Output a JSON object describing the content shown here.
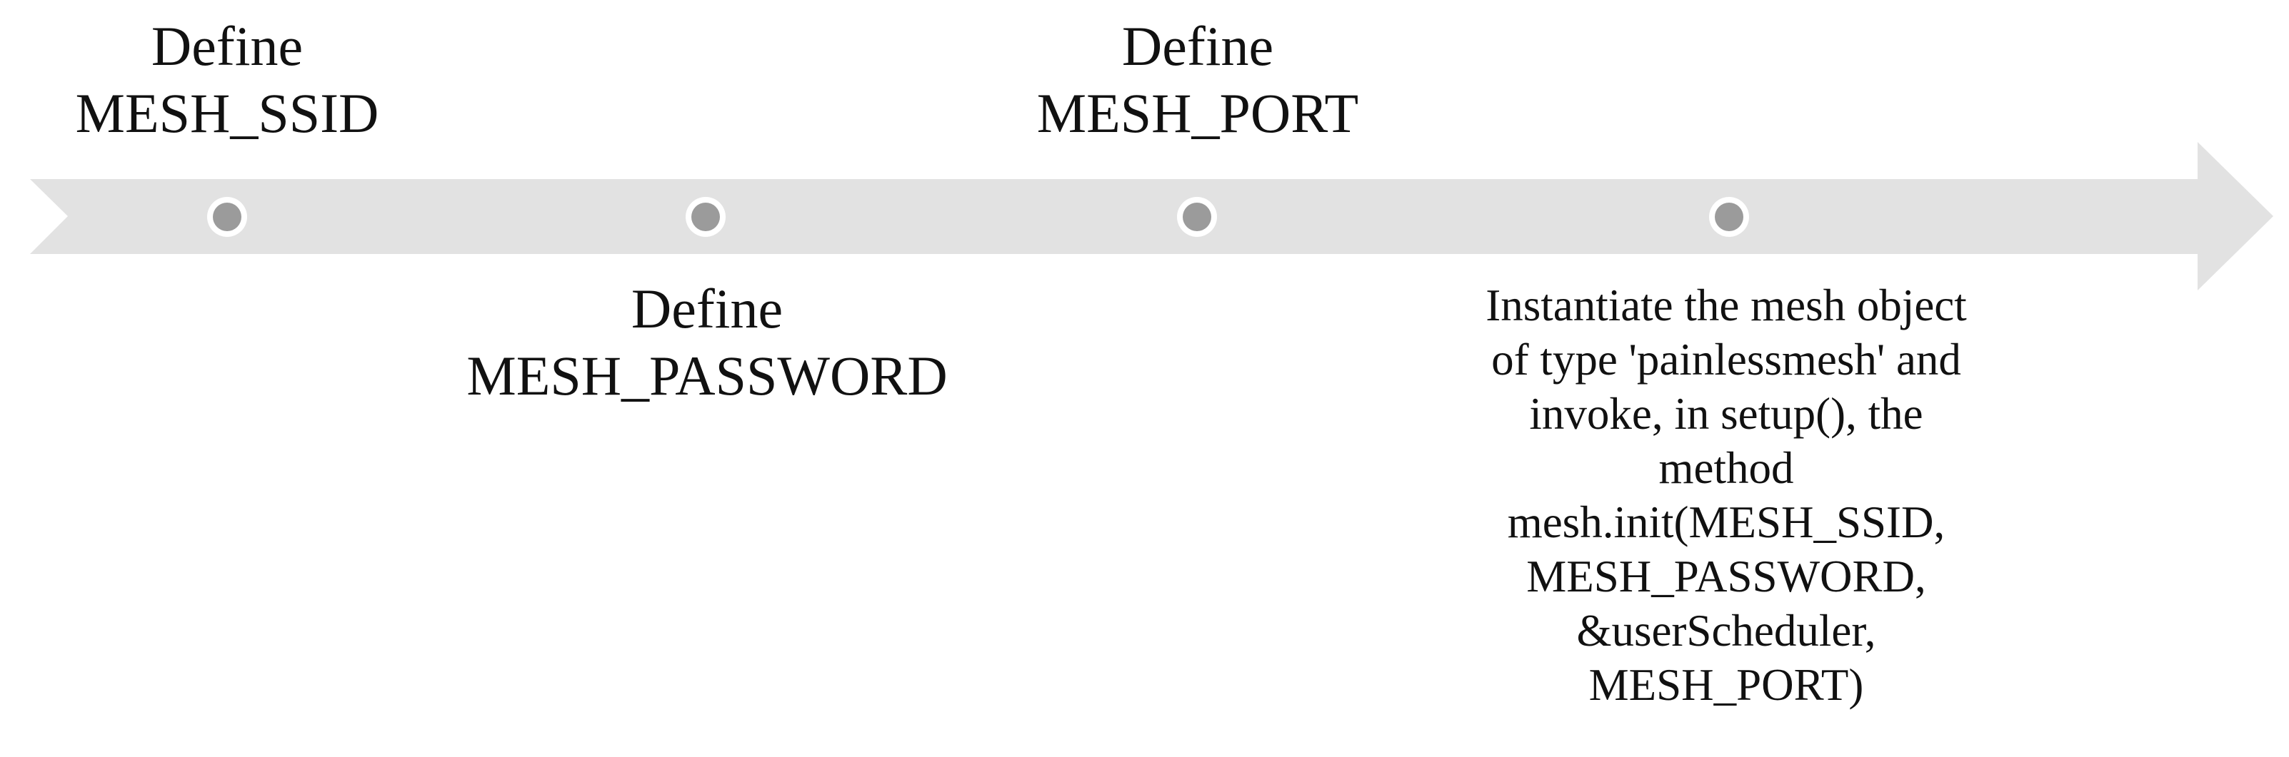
{
  "diagram": {
    "type": "process-timeline-arrow",
    "direction": "left-to-right",
    "milestones": [
      {
        "id": 1,
        "label": "Define\nMESH_SSID",
        "label_position": "above"
      },
      {
        "id": 2,
        "label": "Define\nMESH_PASSWORD",
        "label_position": "below"
      },
      {
        "id": 3,
        "label": "Define\nMESH_PORT",
        "label_position": "above"
      },
      {
        "id": 4,
        "label": "Instantiate the mesh object\nof type 'painlessmesh' and\ninvoke, in setup(), the\nmethod\nmesh.init(MESH_SSID,\nMESH_PASSWORD,\n&userScheduler,\nMESH_PORT)",
        "label_position": "below"
      }
    ]
  },
  "colors": {
    "background": "#ffffff",
    "arrow_band": "#e2e2e2",
    "dot_fill": "#9b9b9b",
    "dot_ring": "#ffffff",
    "text": "#111111"
  }
}
